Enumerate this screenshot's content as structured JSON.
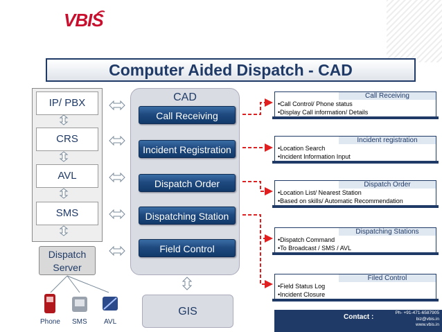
{
  "logo": {
    "text": "VBIS"
  },
  "title": "Computer Aided Dispatch - CAD",
  "left_column": {
    "items": [
      "IP/ PBX",
      "CRS",
      "AVL",
      "SMS"
    ],
    "server": "Dispatch Server"
  },
  "cad": {
    "title": "CAD",
    "modules": [
      "Call Receiving",
      "Incident Registration",
      "Dispatch Order",
      "Dispatching Station",
      "Field Control"
    ]
  },
  "gis": "GIS",
  "devices": [
    "Phone",
    "SMS",
    "AVL"
  ],
  "details": [
    {
      "heading": "Call Receiving",
      "lines": [
        "•Call Control/ Phone status",
        "•Display Call information/ Details"
      ]
    },
    {
      "heading": "Incident registration",
      "lines": [
        "•Location Search",
        "•Incident Information Input"
      ]
    },
    {
      "heading": "Dispatch Order",
      "lines": [
        "•Location List/ Nearest Station",
        "•Based on skills/ Automatic Recommendation"
      ]
    },
    {
      "heading": "Dispatching Stations",
      "lines": [
        "•Dispatch Command",
        "•To Broadcast / SMS / AVL"
      ]
    },
    {
      "heading": "Filed Control",
      "lines": [
        "•Field Status Log",
        "•Incident Closure"
      ]
    }
  ],
  "footer": {
    "contact_label": "Contact :",
    "phone": "Ph- +91-471-6587905",
    "email": "biz@vbis.in",
    "web": "www.vbis.in"
  },
  "colors": {
    "navy": "#1f3a66",
    "red_dash": "#e02020",
    "button": "#1f4a80"
  }
}
